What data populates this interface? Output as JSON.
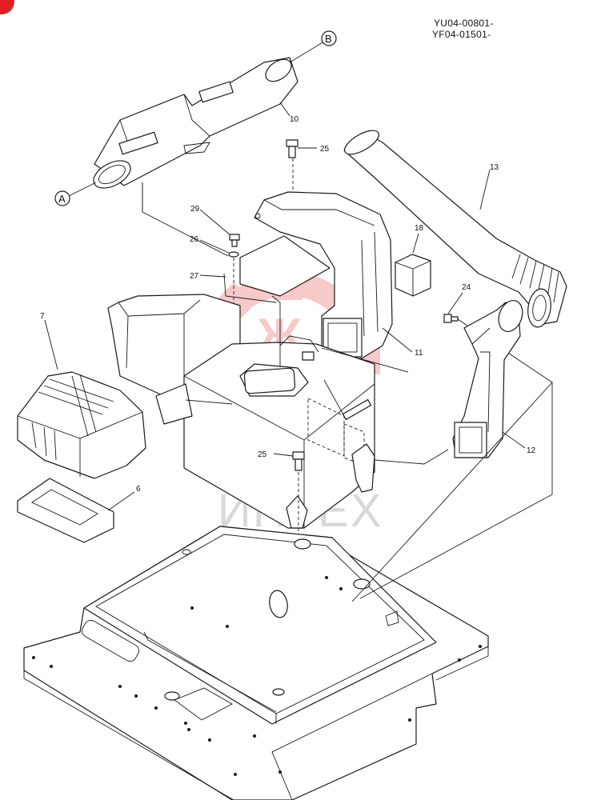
{
  "serials": [
    "YU04-00801-",
    "YF04-01501-"
  ],
  "refs": {
    "a": "A",
    "b": "B"
  },
  "callouts": {
    "p6": "6",
    "p7": "7",
    "p10": "10",
    "p11": "11",
    "p12": "12",
    "p13": "13",
    "p18": "18",
    "p24": "24",
    "p25a": "25",
    "p25b": "25",
    "p26": "26",
    "p27": "27",
    "p29": "29"
  },
  "watermark": "ИНТЕХ",
  "colors": {
    "badge": "#e02020",
    "watermark_gear": "#f5b8b8",
    "watermark_text": "#d8d8d8",
    "ink": "#1a1a1a"
  }
}
